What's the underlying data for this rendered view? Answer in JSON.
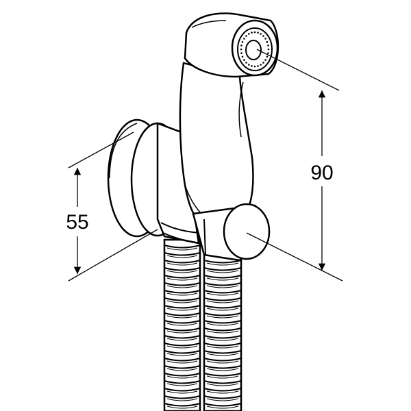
{
  "dimensions": {
    "height_label": "90",
    "mount_label": "55"
  },
  "colors": {
    "stroke": "#000000",
    "fill": "#ffffff"
  },
  "parts": {
    "hose_count": 2
  }
}
